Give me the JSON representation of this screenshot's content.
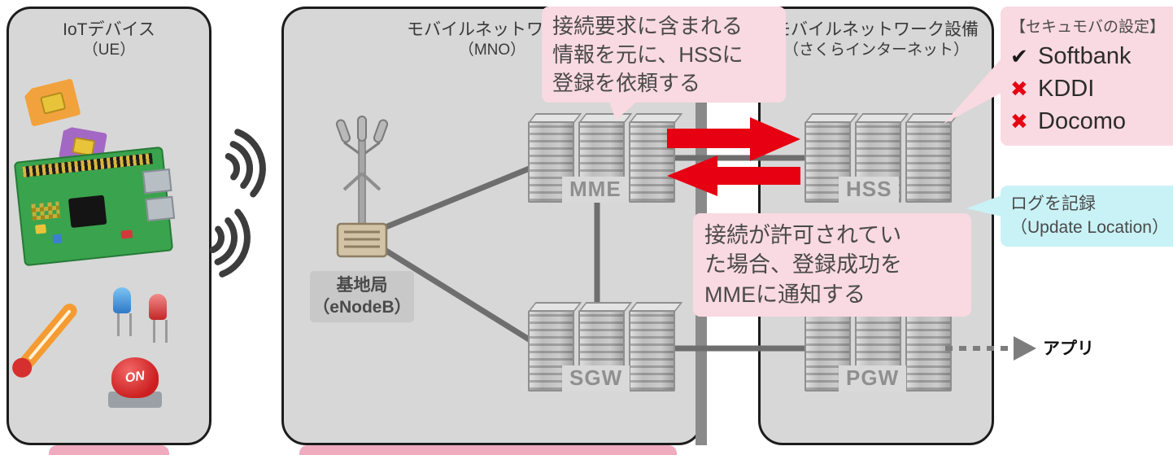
{
  "panels": {
    "iot": {
      "title_line1": "IoTデバイス",
      "title_line2": "（UE）"
    },
    "mno": {
      "title_line1": "モバイルネットワーク",
      "title_line2": "（MNO）"
    },
    "sakura": {
      "title_line1": "モバイルネットワーク設備",
      "title_line2": "（さくらインターネット）"
    }
  },
  "nodes": {
    "enodeb": {
      "label_line1": "基地局",
      "label_line2": "（eNodeB）"
    },
    "mme": {
      "label": "MME"
    },
    "sgw": {
      "label": "SGW"
    },
    "hss": {
      "label": "HSS"
    },
    "pgw": {
      "label": "PGW"
    },
    "app": {
      "label": "アプリ"
    }
  },
  "iot_items": {
    "power_button_label": "ON"
  },
  "callouts": {
    "register_request": {
      "lines": [
        "接続要求に含まれる",
        "情報を元に、HSSに",
        "登録を依頼する"
      ]
    },
    "register_success": {
      "lines": [
        "接続が許可されてい",
        "た場合、登録成功を",
        "MMEに通知する"
      ]
    },
    "secumoba_settings": {
      "title": "【セキュモバの設定】",
      "items": [
        {
          "mark": "check",
          "mark_glyph": "✔",
          "label": "Softbank"
        },
        {
          "mark": "cross",
          "mark_glyph": "✖",
          "label": "KDDI"
        },
        {
          "mark": "cross",
          "mark_glyph": "✖",
          "label": "Docomo"
        }
      ]
    },
    "log": {
      "lines": [
        "ログを記録",
        "（Update Location）"
      ]
    }
  },
  "colors": {
    "panel_bg": "#d7d7d7",
    "panel_border": "#1c1c1c",
    "callout_pink": "#f9d9e2",
    "callout_cyan": "#c9f2f6",
    "arrow_red": "#e60012",
    "wire_gray": "#6e6e6e",
    "bar_gray": "#8a8a8a",
    "wave_dark": "#3c3c3c"
  }
}
